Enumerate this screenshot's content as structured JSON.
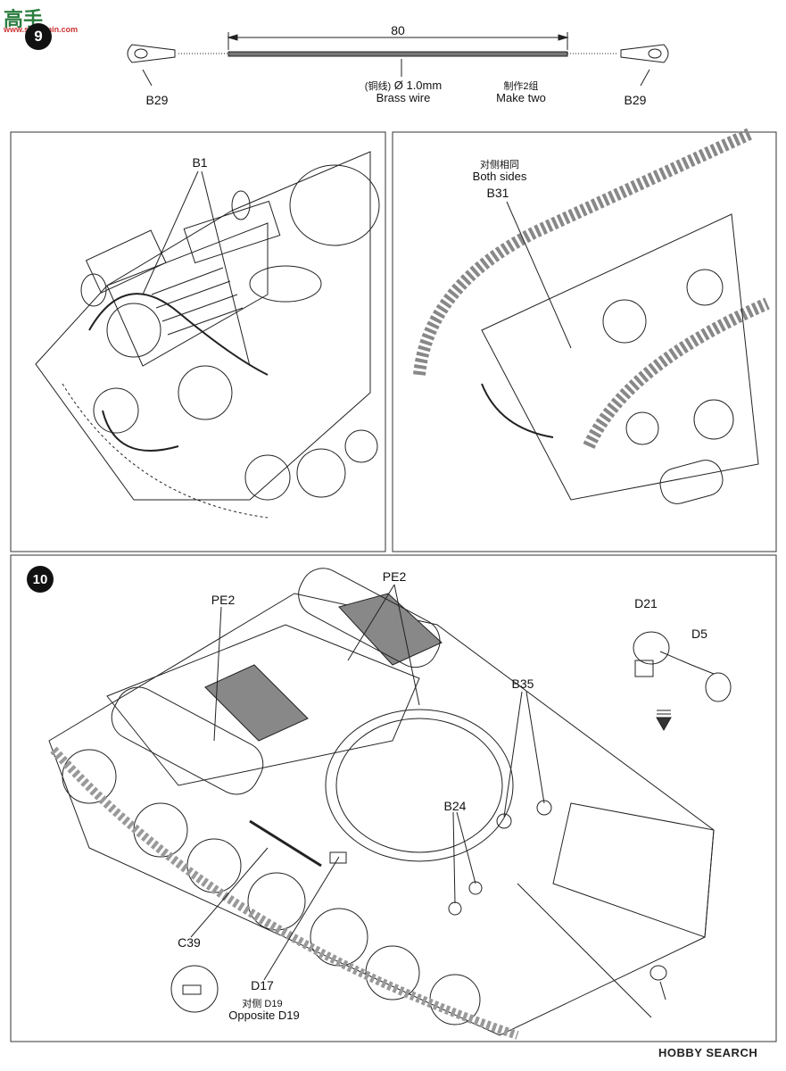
{
  "watermark": {
    "logo_text": "高手",
    "logo_sub": "www.showmin.com",
    "bottom_brand": "HOBBY SEARCH"
  },
  "step9": {
    "number": "9",
    "wire": {
      "length": "80",
      "diameter_cn": "(铜线)",
      "diameter": "Ø 1.0mm",
      "material": "Brass wire",
      "make_cn": "制作2组",
      "make": "Make two"
    },
    "end_left": "B29",
    "end_right": "B29",
    "left_panel": {
      "label": "B1"
    },
    "right_panel": {
      "note_cn": "对侧相同",
      "note": "Both sides",
      "label": "B31"
    }
  },
  "step10": {
    "number": "10",
    "labels": {
      "pe2_left": "PE2",
      "pe2_top": "PE2",
      "d21": "D21",
      "d5": "D5",
      "b35": "B35",
      "b24": "B24",
      "c39": "C39",
      "d17": "D17",
      "opp_cn": "对侧 D19",
      "opp": "Opposite D19"
    }
  }
}
